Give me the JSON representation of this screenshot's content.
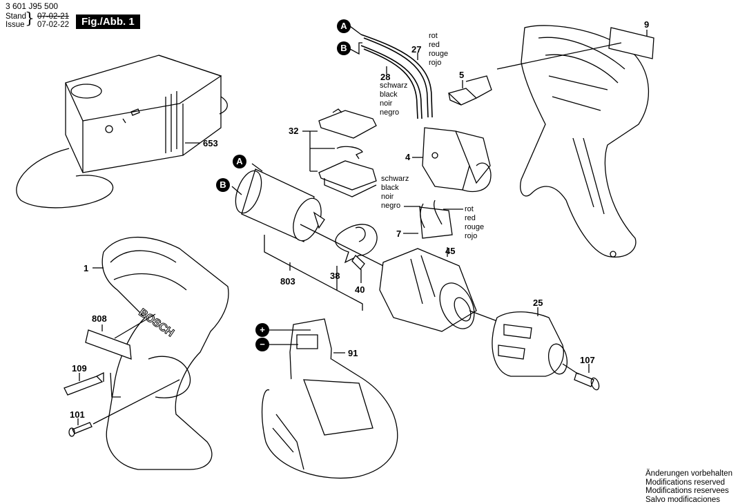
{
  "header": {
    "document_number": "3 601 J95 500",
    "stand_label": "Stand",
    "issue_label": "Issue",
    "stand_date": "07-02-21",
    "issue_date": "07-02-22",
    "figure_label": "Fig./Abb. 1"
  },
  "connectors": {
    "A": "A",
    "B": "B",
    "plus": "+",
    "minus": "−"
  },
  "parts": {
    "p1": "1",
    "p4": "4",
    "p5": "5",
    "p7": "7",
    "p9": "9",
    "p25": "25",
    "p27": "27",
    "p28": "28",
    "p32": "32",
    "p38": "38",
    "p40": "40",
    "p45": "45",
    "p91": "91",
    "p101": "101",
    "p107": "107",
    "p109": "109",
    "p653": "653",
    "p803": "803",
    "p808": "808"
  },
  "wire_colors": {
    "red": [
      "rot",
      "red",
      "rouge",
      "rojo"
    ],
    "black": [
      "schwarz",
      "black",
      "noir",
      "negro"
    ]
  },
  "footer": {
    "lines": [
      "Änderungen vorbehalten",
      "Modifications reserved",
      "Modifications reservees",
      "Salvo modificaciones"
    ]
  },
  "brand_text": "BOSCH"
}
